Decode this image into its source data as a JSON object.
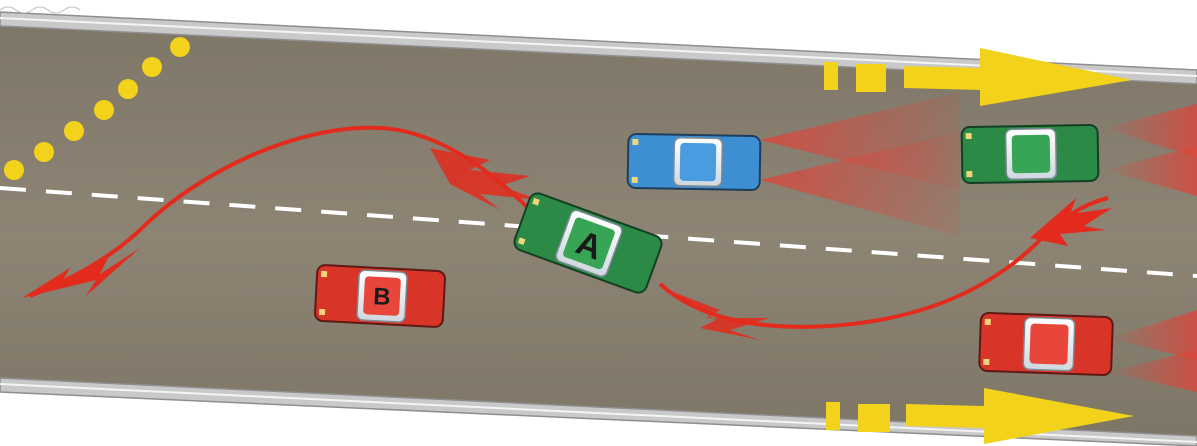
{
  "colors": {
    "background": "#ffffff",
    "road": "#8b8272",
    "guardrail": "#b7b7b7",
    "lane_marking": "#ffffff",
    "direction_arrow": "#f2d21a",
    "dot_marker": "#f2d21a",
    "swerve_trail": "#e32b1d",
    "beam": "#d8483e",
    "car_green": "#2b8a45",
    "car_blue": "#3d8fd1",
    "car_red": "#d83427",
    "car_glass": "#dfe6ec"
  },
  "direction_arrows": [
    {
      "name": "upper-lane-direction-arrow",
      "icon": "arrow-right-icon"
    },
    {
      "name": "lower-lane-direction-arrow",
      "icon": "arrow-right-icon"
    }
  ],
  "cars": [
    {
      "name": "car-a",
      "label": "A",
      "color": "green",
      "icon": "car-icon"
    },
    {
      "name": "car-b",
      "label": "B",
      "color": "red",
      "icon": "car-icon"
    },
    {
      "name": "car-blue-oncoming",
      "label": "",
      "color": "blue",
      "icon": "car-icon"
    },
    {
      "name": "car-green-ahead",
      "label": "",
      "color": "green",
      "icon": "car-icon"
    },
    {
      "name": "car-red-ahead",
      "label": "",
      "color": "red",
      "icon": "car-icon"
    }
  ],
  "trails": [
    {
      "name": "swerve-trail-left",
      "icon": "swerve-arrow-icon"
    },
    {
      "name": "swerve-trail-right",
      "icon": "swerve-arrow-icon"
    }
  ]
}
